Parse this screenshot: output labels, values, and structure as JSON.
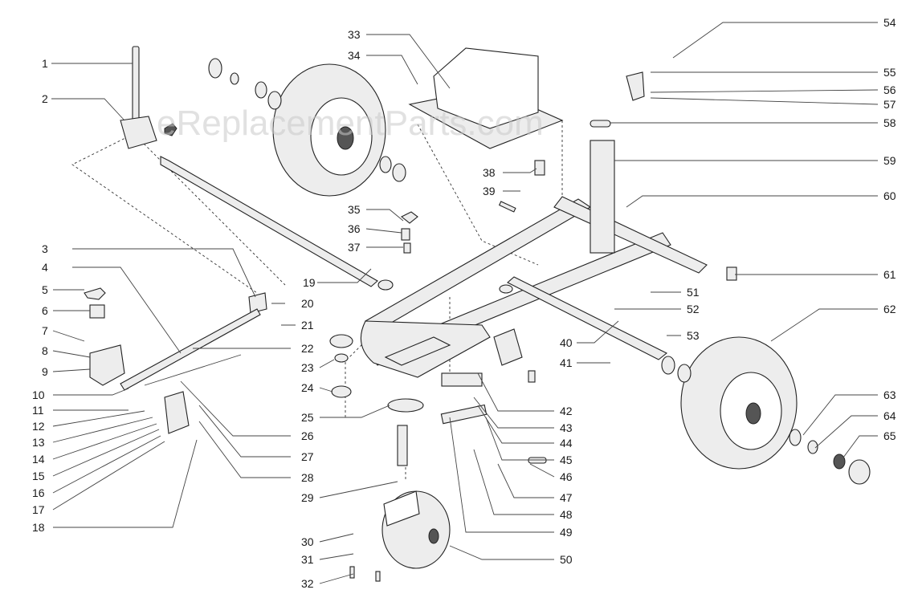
{
  "watermark": "eReplacementParts.com",
  "callouts": [
    {
      "id": "1",
      "label": "1"
    },
    {
      "id": "2",
      "label": "2"
    },
    {
      "id": "3",
      "label": "3"
    },
    {
      "id": "4",
      "label": "4"
    },
    {
      "id": "5",
      "label": "5"
    },
    {
      "id": "6",
      "label": "6"
    },
    {
      "id": "7",
      "label": "7"
    },
    {
      "id": "8",
      "label": "8"
    },
    {
      "id": "9",
      "label": "9"
    },
    {
      "id": "10",
      "label": "10"
    },
    {
      "id": "11",
      "label": "11"
    },
    {
      "id": "12",
      "label": "12"
    },
    {
      "id": "13",
      "label": "13"
    },
    {
      "id": "14",
      "label": "14"
    },
    {
      "id": "15",
      "label": "15"
    },
    {
      "id": "16",
      "label": "16"
    },
    {
      "id": "17",
      "label": "17"
    },
    {
      "id": "18",
      "label": "18"
    },
    {
      "id": "19",
      "label": "19"
    },
    {
      "id": "20",
      "label": "20"
    },
    {
      "id": "21",
      "label": "21"
    },
    {
      "id": "22",
      "label": "22"
    },
    {
      "id": "23",
      "label": "23"
    },
    {
      "id": "24",
      "label": "24"
    },
    {
      "id": "25",
      "label": "25"
    },
    {
      "id": "26",
      "label": "26"
    },
    {
      "id": "27",
      "label": "27"
    },
    {
      "id": "28",
      "label": "28"
    },
    {
      "id": "29",
      "label": "29"
    },
    {
      "id": "30",
      "label": "30"
    },
    {
      "id": "31",
      "label": "31"
    },
    {
      "id": "32",
      "label": "32"
    },
    {
      "id": "33",
      "label": "33"
    },
    {
      "id": "34",
      "label": "34"
    },
    {
      "id": "35",
      "label": "35"
    },
    {
      "id": "36",
      "label": "36"
    },
    {
      "id": "37",
      "label": "37"
    },
    {
      "id": "38",
      "label": "38"
    },
    {
      "id": "39",
      "label": "39"
    },
    {
      "id": "40",
      "label": "40"
    },
    {
      "id": "41",
      "label": "41"
    },
    {
      "id": "42",
      "label": "42"
    },
    {
      "id": "43",
      "label": "43"
    },
    {
      "id": "44",
      "label": "44"
    },
    {
      "id": "45",
      "label": "45"
    },
    {
      "id": "46",
      "label": "46"
    },
    {
      "id": "47",
      "label": "47"
    },
    {
      "id": "48",
      "label": "48"
    },
    {
      "id": "49",
      "label": "49"
    },
    {
      "id": "50",
      "label": "50"
    },
    {
      "id": "51",
      "label": "51"
    },
    {
      "id": "52",
      "label": "52"
    },
    {
      "id": "53",
      "label": "53"
    },
    {
      "id": "54",
      "label": "54"
    },
    {
      "id": "55",
      "label": "55"
    },
    {
      "id": "56",
      "label": "56"
    },
    {
      "id": "57",
      "label": "57"
    },
    {
      "id": "58",
      "label": "58"
    },
    {
      "id": "59",
      "label": "59"
    },
    {
      "id": "60",
      "label": "60"
    },
    {
      "id": "61",
      "label": "61"
    },
    {
      "id": "62",
      "label": "62"
    },
    {
      "id": "63",
      "label": "63"
    },
    {
      "id": "64",
      "label": "64"
    },
    {
      "id": "65",
      "label": "65"
    }
  ]
}
